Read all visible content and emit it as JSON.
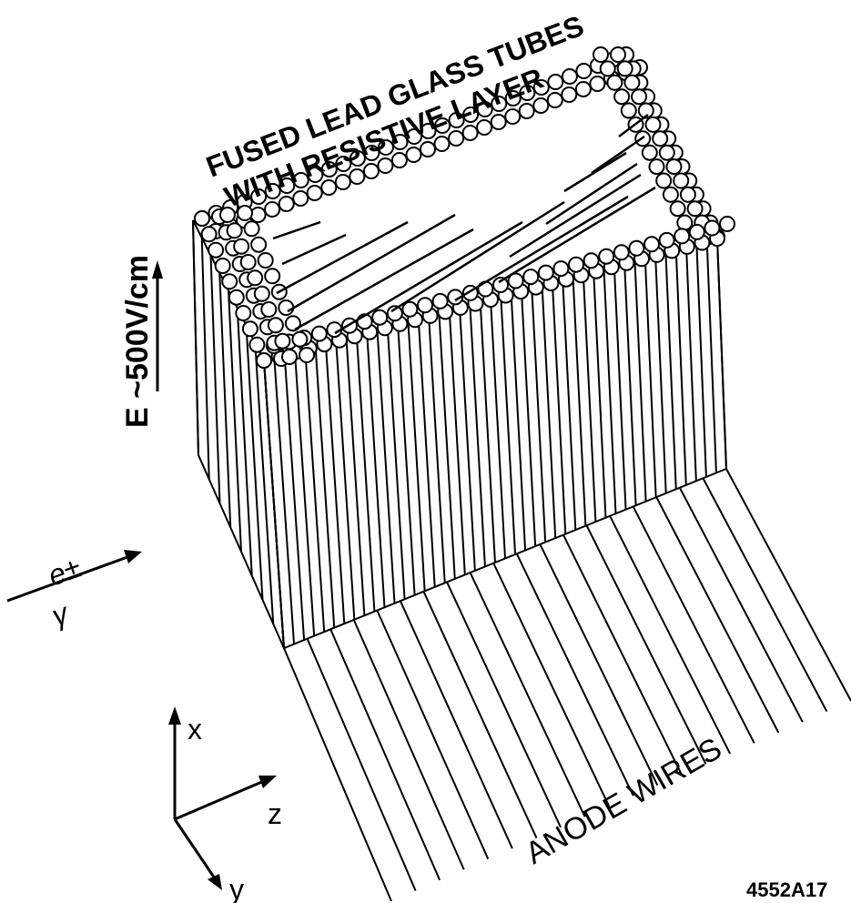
{
  "labels": {
    "title_line1": "FUSED LEAD GLASS TUBES",
    "title_line2": "WITH RESISTIVE LAYER",
    "field": "E ~500V/cm",
    "particle_top": "e±",
    "particle_bottom": "γ",
    "anode_wires": "ANODE WIRES",
    "axis_x": "x",
    "axis_y": "y",
    "axis_z": "z",
    "figure_code": "4552A17"
  }
}
